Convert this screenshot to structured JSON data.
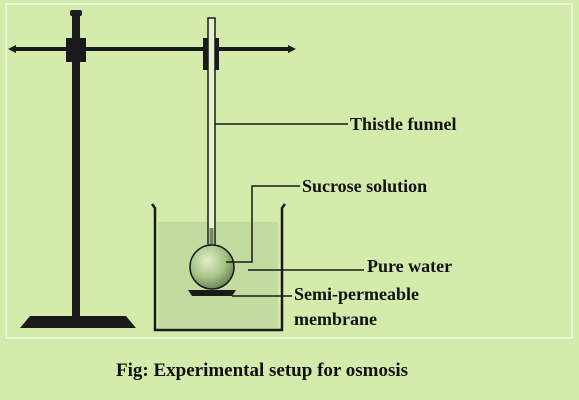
{
  "colors": {
    "background": "#d4ebab",
    "frame": "#ffffff",
    "ink": "#1a1a1a",
    "water": "#c2dca0",
    "glass": "#e4f2cc",
    "bulb": "#a8c488"
  },
  "labels": {
    "thistle_funnel": "Thistle funnel",
    "sucrose_solution": "Sucrose solution",
    "pure_water": "Pure water",
    "membrane_line1": "Semi-permeable",
    "membrane_line2": "membrane"
  },
  "caption": "Fig: Experimental setup for osmosis"
}
